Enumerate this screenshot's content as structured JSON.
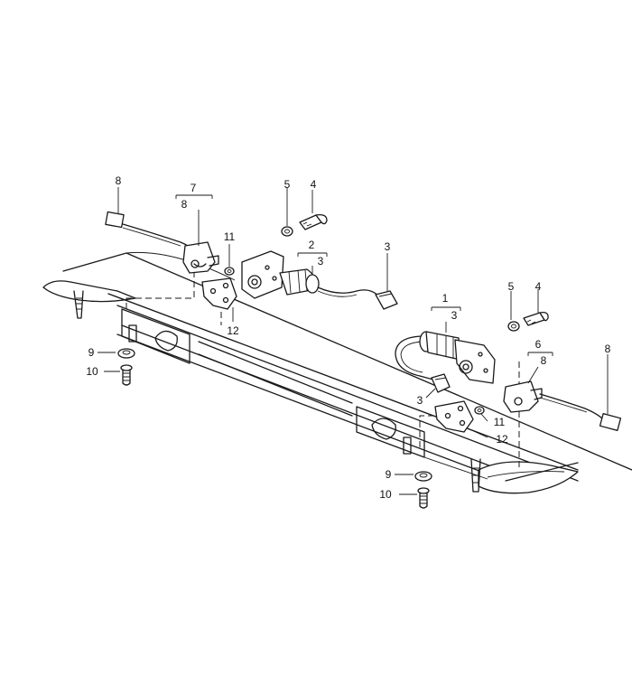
{
  "diagram": {
    "callouts": [
      {
        "id": "c8-left",
        "text": "8"
      },
      {
        "id": "c7",
        "text": "7"
      },
      {
        "id": "c8-under7",
        "text": "8"
      },
      {
        "id": "c5-top",
        "text": "5"
      },
      {
        "id": "c4-top",
        "text": "4"
      },
      {
        "id": "c11-top",
        "text": "11"
      },
      {
        "id": "c2",
        "text": "2"
      },
      {
        "id": "c3-under2",
        "text": "3"
      },
      {
        "id": "c3-right-top",
        "text": "3"
      },
      {
        "id": "c12-top",
        "text": "12"
      },
      {
        "id": "c1",
        "text": "1"
      },
      {
        "id": "c3-under1",
        "text": "3"
      },
      {
        "id": "c5-mid",
        "text": "5"
      },
      {
        "id": "c4-mid",
        "text": "4"
      },
      {
        "id": "c6",
        "text": "6"
      },
      {
        "id": "c8-under6",
        "text": "8"
      },
      {
        "id": "c8-right",
        "text": "8"
      },
      {
        "id": "c9-left",
        "text": "9"
      },
      {
        "id": "c10-left",
        "text": "10"
      },
      {
        "id": "c3-lower",
        "text": "3"
      },
      {
        "id": "c11-lower",
        "text": "11"
      },
      {
        "id": "c12-lower",
        "text": "12"
      },
      {
        "id": "c9-bottom",
        "text": "9"
      },
      {
        "id": "c10-bottom",
        "text": "10"
      }
    ]
  }
}
